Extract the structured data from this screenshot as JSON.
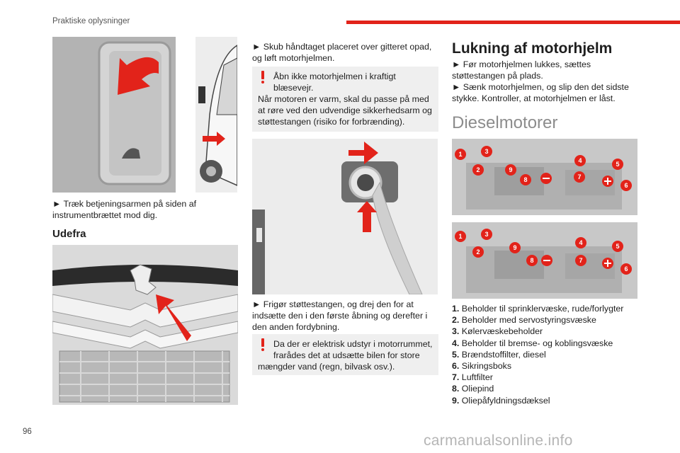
{
  "header": {
    "section": "Praktiske oplysninger",
    "accent_color": "#e2231a"
  },
  "page_number": "96",
  "watermark": "carmanualsonline.info",
  "col1": {
    "step1": "► Træk betjeningsarmen på siden af instrumentbrættet mod dig.",
    "heading_outside": "Udefra"
  },
  "col2": {
    "step_lift": "► Skub håndtaget placeret over gitteret opad, og løft motorhjelmen.",
    "warning1_line1": "Åbn ikke motorhjelmen i kraftigt",
    "warning1_line2": "blæsevejr.",
    "warning1_rest": "Når motoren er varm, skal du passe på med at røre ved den udvendige sikkerhedsarm og støttestangen (risiko for forbrænding).",
    "step_rod": "► Frigør støttestangen, og drej den for at indsætte den i den første åbning og derefter i den anden fordybning.",
    "warning2_line1": "Da der er elektrisk udstyr i motorrummet,",
    "warning2_line2": "frarådes det at udsætte bilen for store",
    "warning2_rest": "mængder vand (regn, bilvask osv.)."
  },
  "col3": {
    "heading_close": "Lukning af motorhjelm",
    "close_step1": "► Før motorhjelmen lukkes, sættes støttestangen på plads.",
    "close_step2": "► Sænk motorhjelmen, og slip den det sidste stykke. Kontroller, at motorhjelmen er låst.",
    "heading_diesel": "Dieselmotorer",
    "callouts": [
      "1",
      "2",
      "3",
      "4",
      "5",
      "6",
      "7",
      "8",
      "9"
    ],
    "legend": [
      {
        "num": "1.",
        "text": "Beholder til sprinklervæske, rude/forlygter"
      },
      {
        "num": "2.",
        "text": "Beholder med servostyringsvæske"
      },
      {
        "num": "3.",
        "text": "Kølervæskebeholder"
      },
      {
        "num": "4.",
        "text": "Beholder til bremse- og koblingsvæske"
      },
      {
        "num": "5.",
        "text": "Brændstoffilter, diesel"
      },
      {
        "num": "6.",
        "text": "Sikringsboks"
      },
      {
        "num": "7.",
        "text": "Luftfilter"
      },
      {
        "num": "8.",
        "text": "Oliepind"
      },
      {
        "num": "9.",
        "text": "Oliepåfyldningsdæksel"
      }
    ]
  }
}
